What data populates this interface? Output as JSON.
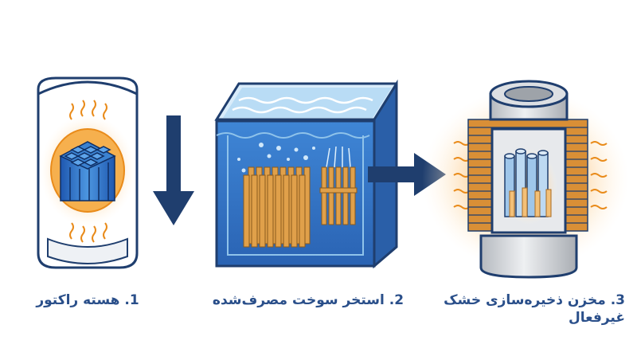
{
  "steps": [
    {
      "label": "1. هسته راکتور"
    },
    {
      "label": "2. استخر سوخت مصرف‌شده"
    },
    {
      "label_line1": "3. مخزن ذخیره‌سازی خشک",
      "label_line2": "غیرفعال"
    }
  ],
  "colors": {
    "navy": "#1f3e6e",
    "blue": "#2f6fc7",
    "light_blue": "#8fc3ea",
    "water": "#b9dcf5",
    "orange": "#f4a23a",
    "glow": "#fde0b4",
    "gray": "#c9ccd1",
    "rod": "#e0a04a"
  },
  "icons": [
    "reactor-core-icon",
    "down-arrow-icon",
    "spent-fuel-pool-icon",
    "right-arrow-icon",
    "dry-cask-icon"
  ]
}
